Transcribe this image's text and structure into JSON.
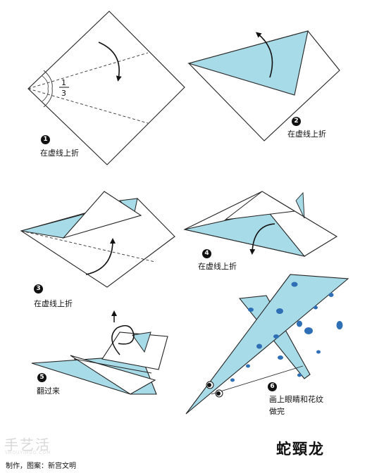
{
  "title": "蛇頸龙",
  "credit": "制作，图案：新宫文明",
  "watermark": {
    "main": "手艺活",
    "sub": "SHOUYIHUO.COM"
  },
  "fraction": {
    "numerator": "1",
    "denominator": "3"
  },
  "colors": {
    "paper_blue": "#a8dbe8",
    "paper_white": "#ffffff",
    "spot": "#2e6fb5",
    "line": "#222222"
  },
  "steps": [
    {
      "number": "1",
      "caption": "在虚线上折"
    },
    {
      "number": "2",
      "caption": "在虚线上折"
    },
    {
      "number": "3",
      "caption": "在虚线上折"
    },
    {
      "number": "4",
      "caption": "在虚线上折"
    },
    {
      "number": "5",
      "caption": "翻过来"
    },
    {
      "number": "6",
      "caption": "画上眼睛和花纹",
      "caption2": "做完"
    }
  ]
}
